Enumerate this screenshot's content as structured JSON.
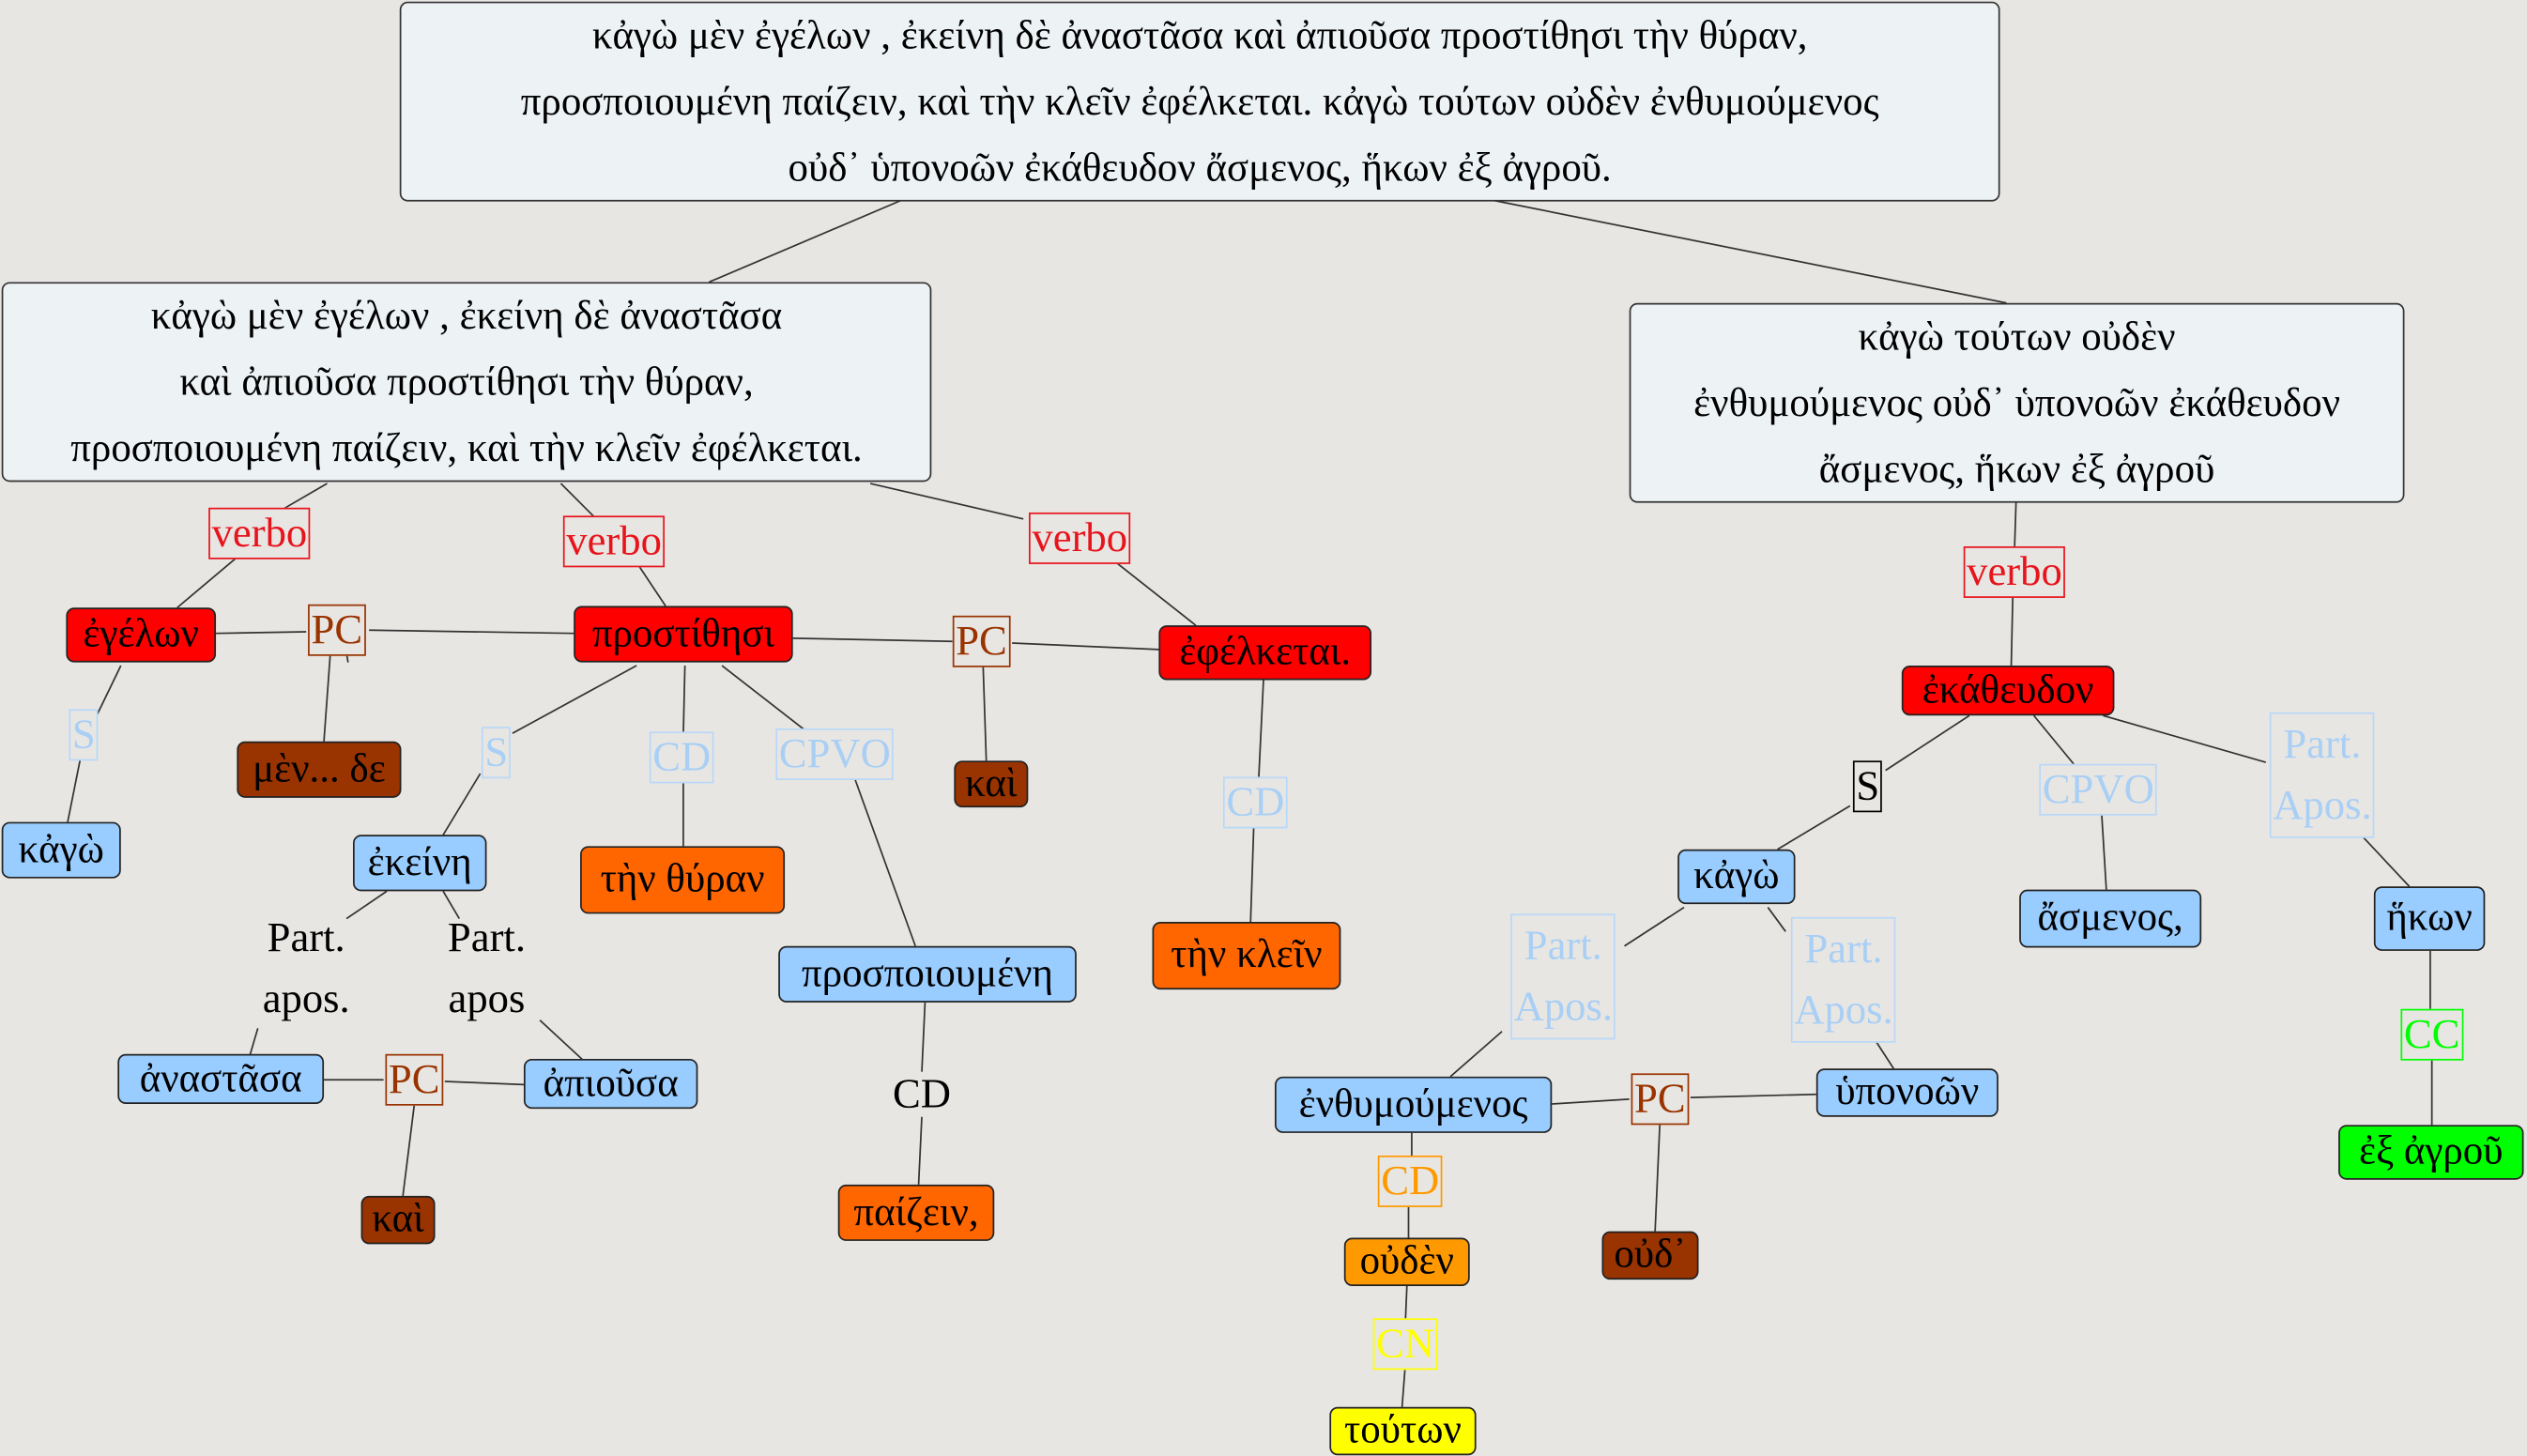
{
  "sentences": {
    "top": [
      "κἀγὼ  μὲν ἐγέλων , ἐκείνη δὲ ἀναστᾶσα  καὶ ἀπιοῦσα προστίθησι τὴν θύραν,",
      "προσποιουμένη παίζειν, καὶ τὴν κλεῖν ἐφέλκεται. κἀγὼ τούτων οὐδὲν ἐνθυμούμενος",
      "οὐδ᾽ ὑπονοῶν ἐκάθευδον ἄσμενος, ἥκων ἐξ ἀγροῦ."
    ],
    "left": [
      "κἀγὼ  μὲν ἐγέλων , ἐκείνη δὲ ἀναστᾶσα",
      "καὶ ἀπιοῦσα προστίθησι τὴν θύραν,",
      "προσποιουμένη παίζειν, καὶ τὴν κλεῖν ἐφέλκεται."
    ],
    "right": [
      "κἀγὼ τούτων οὐδὲν",
      "ἐνθυμούμενος οὐδ᾽ ὑπονοῶν ἐκάθευδον",
      "ἄσμενος, ἥκων ἐξ ἀγροῦ"
    ]
  },
  "colors": {
    "verb": "#ff0000",
    "subject": "#99ccff",
    "particle": "#993300",
    "object": "#ff6600",
    "cd2": "#ff9900",
    "cn": "#ffff00",
    "cc": "#00ff00",
    "light_label": "#a9cff5"
  },
  "nodes": {
    "egelon": {
      "text": "ἐγέλων",
      "color": "#ff0000"
    },
    "prostithesi": {
      "text": "προστίθησι",
      "color": "#ff0000"
    },
    "efelketai": {
      "text": "ἐφέλκεται.",
      "color": "#ff0000"
    },
    "kago1": {
      "text": "κἀγὼ",
      "color": "#99ccff"
    },
    "mende": {
      "text": "μὲν... δε",
      "color": "#993300"
    },
    "ekeine": {
      "text": "ἐκείνη",
      "color": "#99ccff"
    },
    "thyran": {
      "text": "τὴν θύραν",
      "color": "#ff6600"
    },
    "prospoioumene": {
      "text": "προσποιουμένη",
      "color": "#99ccff"
    },
    "kai1": {
      "text": "καὶ",
      "color": "#993300"
    },
    "klein": {
      "text": "τὴν κλεῖν",
      "color": "#ff6600"
    },
    "anastasa": {
      "text": "ἀναστᾶσα",
      "color": "#99ccff"
    },
    "apiousa": {
      "text": "ἀπιοῦσα",
      "color": "#99ccff"
    },
    "kai2": {
      "text": "καὶ",
      "color": "#993300"
    },
    "paizein": {
      "text": "παίζειν,",
      "color": "#ff6600"
    },
    "ekatheudon": {
      "text": "ἐκάθευδον",
      "color": "#ff0000"
    },
    "kago2": {
      "text": "κἀγὼ",
      "color": "#99ccff"
    },
    "asmenos": {
      "text": "ἄσμενος,",
      "color": "#99ccff"
    },
    "hekon": {
      "text": "ἥκων",
      "color": "#99ccff"
    },
    "enthymoumenos": {
      "text": "ἐνθυμούμενος",
      "color": "#99ccff"
    },
    "hyponoon": {
      "text": "ὑπονοῶν",
      "color": "#99ccff"
    },
    "oud": {
      "text": "οὐδ᾽",
      "color": "#993300"
    },
    "ouden": {
      "text": "οὐδὲν",
      "color": "#ff9900"
    },
    "touton": {
      "text": "τούτων",
      "color": "#ffff00"
    },
    "exagrou": {
      "text": "ἐξ ἀγροῦ",
      "color": "#00ff00"
    }
  },
  "labels": {
    "verbo1": {
      "text": "verbo",
      "color": "#e8141c"
    },
    "verbo2": {
      "text": "verbo",
      "color": "#e8141c"
    },
    "verbo3": {
      "text": "verbo",
      "color": "#e8141c"
    },
    "verbo4": {
      "text": "verbo",
      "color": "#e8141c"
    },
    "pc1": {
      "text": "PC",
      "color": "#993300"
    },
    "pc2": {
      "text": "PC",
      "color": "#993300"
    },
    "pc3": {
      "text": "PC",
      "color": "#993300"
    },
    "pc4": {
      "text": "PC",
      "color": "#993300"
    },
    "s1": {
      "text": "S",
      "color": "#a9cff5"
    },
    "s2": {
      "text": "S",
      "color": "#a9cff5"
    },
    "s3": {
      "text": "S",
      "color": "#000000"
    },
    "cd1": {
      "text": "CD",
      "color": "#a9cff5"
    },
    "cd2": {
      "text": "CD",
      "color": "#a9cff5"
    },
    "cd3": {
      "text": "CD",
      "color": "#000000"
    },
    "cd4": {
      "text": "CD",
      "color": "#ff9900"
    },
    "cpvo1": {
      "text": "CPVO",
      "color": "#a9cff5"
    },
    "cpvo2": {
      "text": "CPVO",
      "color": "#a9cff5"
    },
    "pa1": {
      "text": "Part.\napos.",
      "color": "#000000"
    },
    "pa2": {
      "text": "Part.\napos",
      "color": "#000000"
    },
    "pa3": {
      "text": "Part.\nApos.",
      "color": "#a9cff5"
    },
    "pa4": {
      "text": "Part.\nApos.",
      "color": "#a9cff5"
    },
    "pa5": {
      "text": "Part.\nApos.",
      "color": "#a9cff5"
    },
    "cn": {
      "text": "CN",
      "color": "#ffff00"
    },
    "cc": {
      "text": "CC",
      "color": "#00ff00"
    }
  }
}
